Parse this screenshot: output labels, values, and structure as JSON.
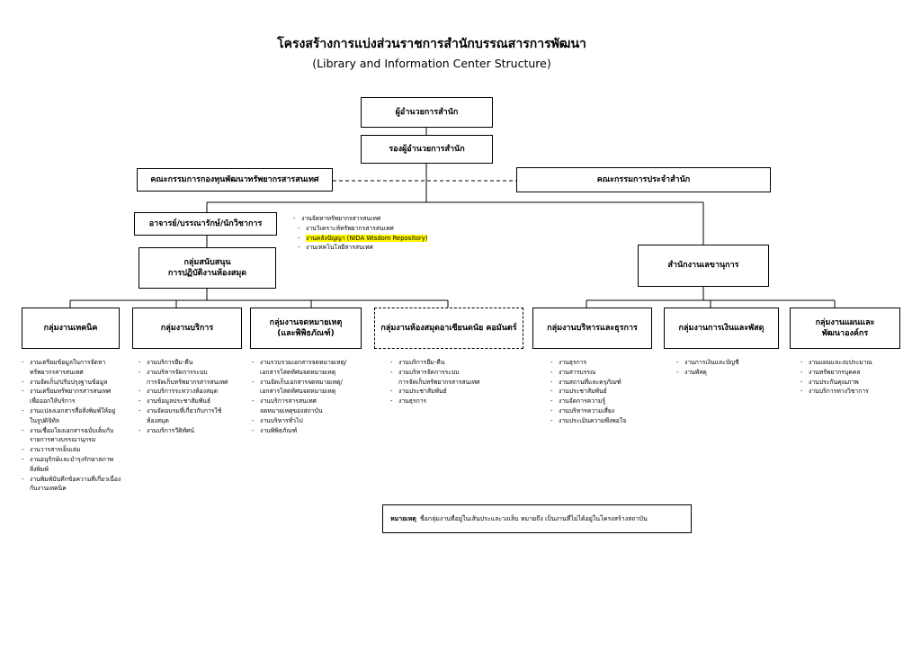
{
  "header": {
    "title": "โครงสร้างการแบ่งส่วนราชการสำนักบรรณสารการพัฒนา",
    "subtitle": "(Library and Information Center Structure)"
  },
  "top": {
    "director": "ผู้อำนวยการสำนัก",
    "deputy": "รองผู้อำนวยการสำนัก",
    "committee_left": "คณะกรรมการกองทุนพัฒนาทรัพยากรสารสนเทศ",
    "committee_right": "คณะกรรมการประจำสำนัก"
  },
  "mid": {
    "academic": "อาจารย์/บรรณารักษ์/นักวิชาการ",
    "academic_tasks": [
      "งานจัดหาทรัพยากรสารสนเทศ",
      "งานวิเคราะห์ทรัพยากรสารสนเทศ",
      "งานคลังปัญญา (NIDA Wisdom Repository)",
      "งานเทคโนโลยีสารสนเทศ"
    ],
    "support_line1": "กลุ่มสนับสนุน",
    "support_line2": "การปฏิบัติงานห้องสมุด",
    "secretary": "สำนักงานเลขานุการ"
  },
  "groups": [
    {
      "name": "กลุ่มงานเทคนิค",
      "tasks": [
        "งานเตรียมข้อมูลในการจัดหา\nทรัพยากรสารสนเทศ",
        "งานจัดเก็บ/ปรับปรุงฐานข้อมูล",
        "งานเตรียมทรัพยากรสารสนเทศ\nเพื่อออกให้บริการ",
        "งานแปลงเอกสารสื่อสิ่งพิมพ์ให้อยู่\nในรูปดิจิทัล",
        "งานเชื่อมโยงเอกสารฉบับเต็มกับ\nรายการทางบรรณานุกรม",
        "งานวารสารเย็บเล่ม",
        "งานอนุรักษ์และบำรุงรักษาสภาพ\nสิ่งพิมพ์",
        "งานพิมพ์บันทึกข้อความที่เกี่ยวเนื่อง\nกับงานเทคนิค"
      ]
    },
    {
      "name": "กลุ่มงานบริการ",
      "tasks": [
        "งานบริการยืม-คืน",
        "งานบริหารจัดการระบบ\nการจัดเก็บทรัพยากรสารสนเทศ",
        "งานบริการระหว่างห้องสมุด",
        "งานข้อมูลประชาสัมพันธ์",
        "งานจัดอบรมที่เกี่ยวกับการใช้\nห้องสมุด",
        "งานบริการวีดิทัศน์"
      ]
    },
    {
      "name_line1": "กลุ่มงานจดหมายเหตุ",
      "name_line2": "(และพิพิธภัณฑ์)",
      "tasks": [
        "งานรวบรวมเอกสารจดหมายเหตุ/\nเอกสารโสตทัศนจดหมายเหตุ",
        "งานจัดเก็บเอกสารจดหมายเหตุ/\nเอกสารโสตทัศนจดหมายเหตุ",
        "งานบริการสารสนเทศ\nจดหมายเหตุของสถาบัน",
        "งานบริหารทั่วไป",
        "งานพิพิธภัณฑ์"
      ]
    },
    {
      "name": "กลุ่มงานห้องสมุดอาเซียนดนัย คอมันตร์",
      "tasks": [
        "งานบริการยืม-คืน",
        "งานบริหารจัดการระบบ\nการจัดเก็บทรัพยากรสารสนเทศ",
        "งานประชาสัมพันธ์",
        "งานธุรการ"
      ]
    },
    {
      "name": "กลุ่มงานบริหารและธุรการ",
      "tasks": [
        "งานธุรการ",
        "งานสารบรรณ",
        "งานสถานที่และครุภัณฑ์",
        "งานประชาสัมพันธ์",
        "งานจัดการความรู้",
        "งานบริหารความเสี่ยง",
        "งานประเมินความพึงพอใจ"
      ]
    },
    {
      "name": "กลุ่มงานการเงินและพัสดุ",
      "tasks": [
        "งานการเงินและบัญชี",
        "งานพัสดุ"
      ]
    },
    {
      "name_line1": "กลุ่มงานแผนและ",
      "name_line2": "พัฒนาองค์กร",
      "tasks": [
        "งานแผนและงบประมาณ",
        "งานทรัพยากรบุคคล",
        "งานประกันคุณภาพ",
        "งานบริการทางวิชาการ"
      ]
    }
  ],
  "note": {
    "label": "หมายเหตุ",
    "text": "ชื่อกลุ่มงานที่อยู่ในเส้นประและวงเล็บ หมายถึง เป็นงานที่ไม่ได้อยู่ในโครงสร้างสถาบัน"
  }
}
